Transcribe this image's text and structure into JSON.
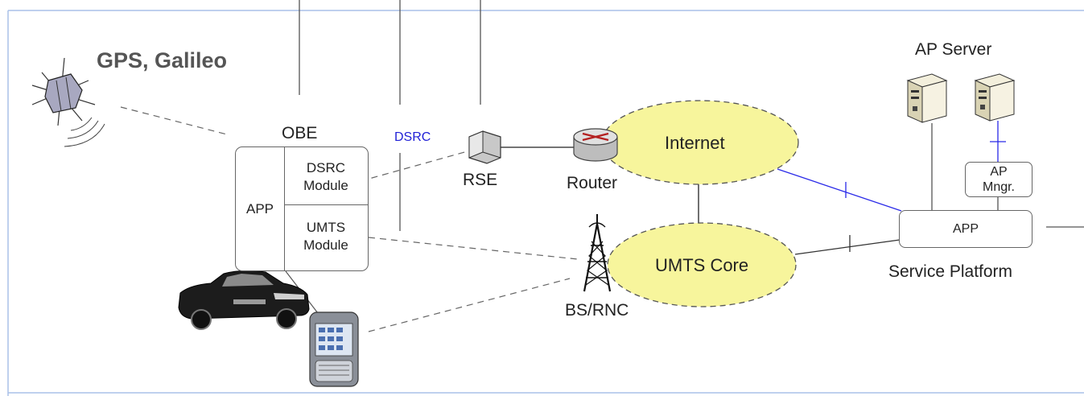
{
  "labels": {
    "gps": "GPS, Galileo",
    "obe": "OBE",
    "dsrc_link": "DSRC",
    "rse": "RSE",
    "router": "Router",
    "internet": "Internet",
    "umts_core": "UMTS Core",
    "bs_rnc": "BS/RNC",
    "ap_server": "AP Server",
    "service_platform": "Service Platform"
  },
  "obe_box": {
    "app": "APP",
    "dsrc_module": "DSRC Module",
    "umts_module": "UMTS Module"
  },
  "service_box": {
    "app": "APP"
  },
  "ap_mngr": "AP Mngr.",
  "colors": {
    "cloud_fill": "#f7f59c",
    "link_blue": "#2a2ae8",
    "frame_blue": "#aac0e8",
    "dsrc_text": "#1f1fd6"
  }
}
